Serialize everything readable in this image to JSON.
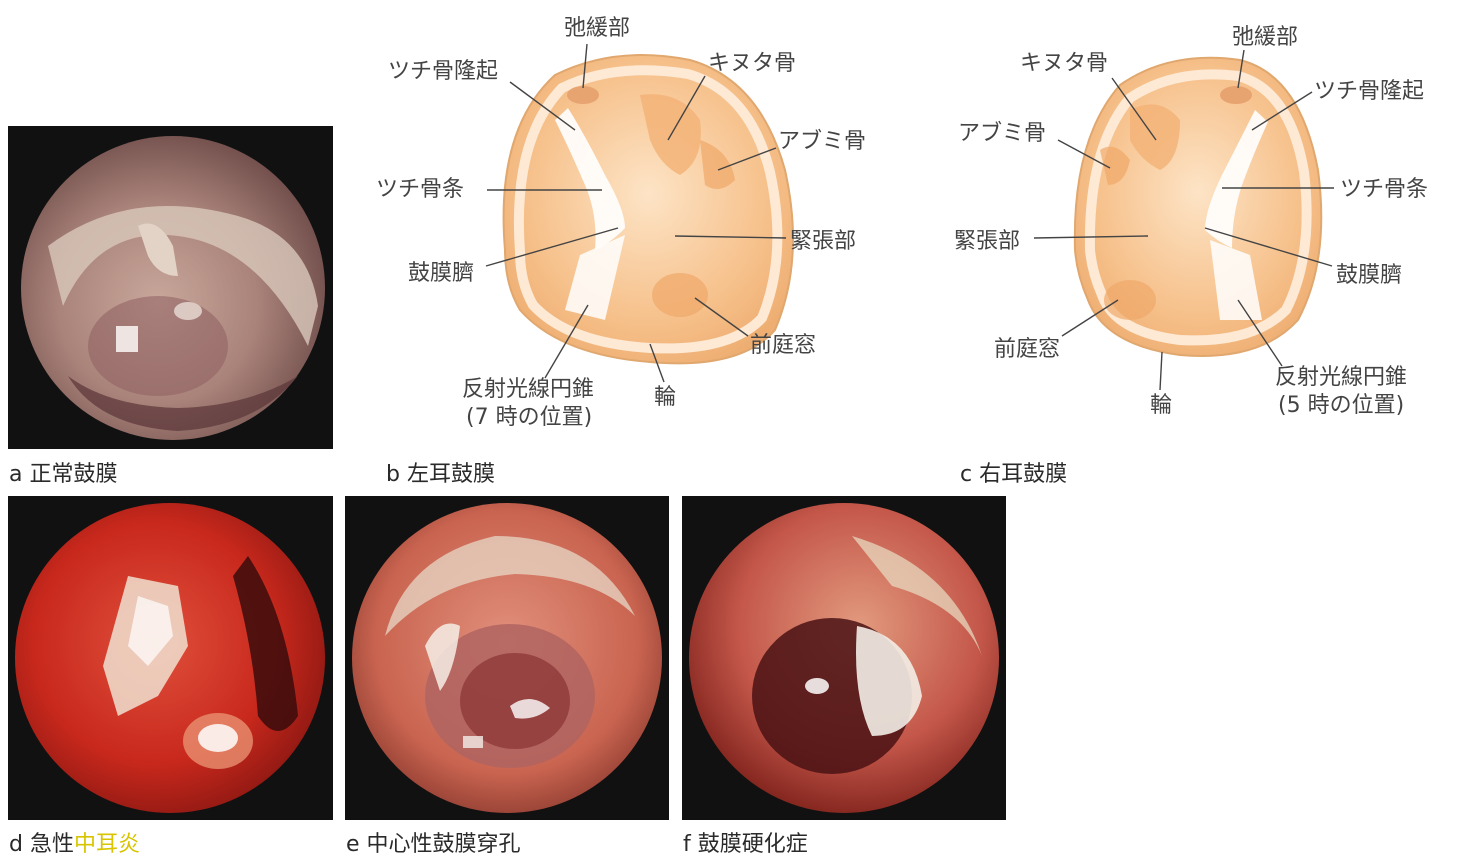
{
  "captions": {
    "a": "a 正常鼓膜",
    "b": "b 左耳鼓膜",
    "c": "c 右耳鼓膜",
    "d_prefix": "d 急性",
    "d_highlight": "中耳炎",
    "e": "e 中心性鼓膜穿孔",
    "f": "f 鼓膜硬化症"
  },
  "left_ear": {
    "pars_flaccida": "弛緩部",
    "lateral_process": "ツチ骨隆起",
    "incus": "キヌタ骨",
    "stapes": "アブミ骨",
    "manubrium": "ツチ骨条",
    "pars_tensa": "緊張部",
    "umbo": "鼓膜臍",
    "round_window": "前庭窓",
    "cone_of_light": "反射光線円錐",
    "cone_position": "(7 時の位置)",
    "annulus": "輪"
  },
  "right_ear": {
    "pars_flaccida": "弛緩部",
    "incus": "キヌタ骨",
    "lateral_process": "ツチ骨隆起",
    "stapes": "アブミ骨",
    "manubrium": "ツチ骨条",
    "pars_tensa": "緊張部",
    "umbo": "鼓膜臍",
    "round_window": "前庭窓",
    "cone_of_light": "反射光線円錐",
    "cone_position": "(5 時の位置)",
    "annulus": "輪"
  },
  "colors": {
    "membrane_fill": "#f8cfa0",
    "membrane_rim": "#fbe6cf",
    "inflamed_red": "#c8281c",
    "normal_pink": "#b07a6c"
  }
}
